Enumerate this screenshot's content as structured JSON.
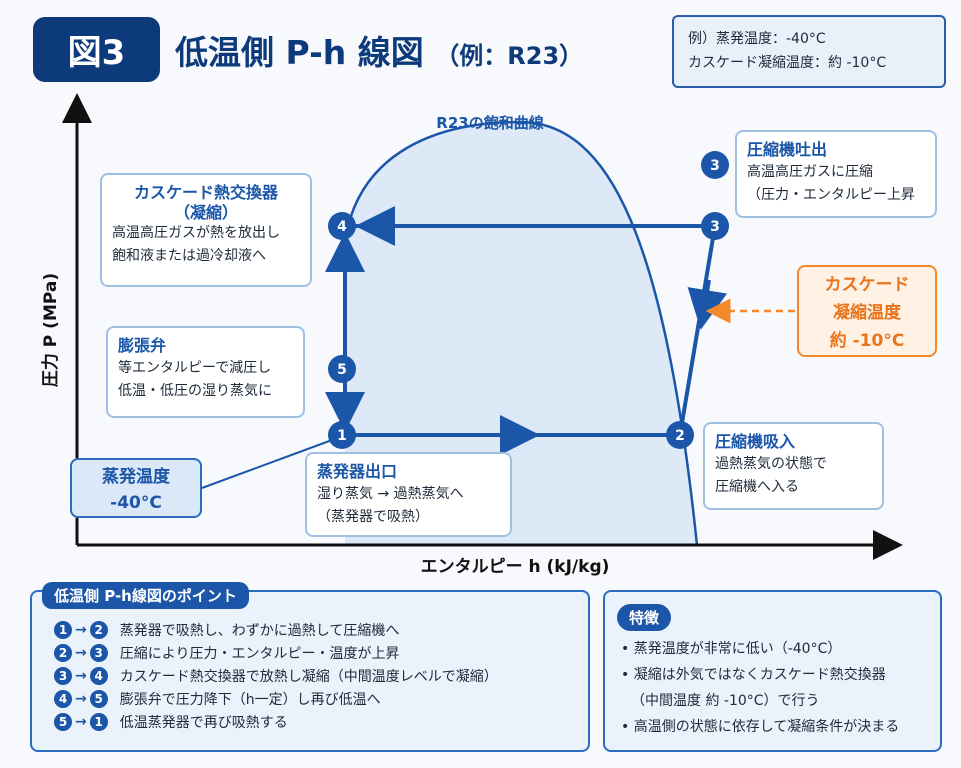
{
  "header": {
    "figure_label": "図3",
    "title": "低温側 P-h 線図",
    "title_sub": "（例：R23）",
    "info": [
      "例）蒸発温度：-40°C",
      "カスケード凝縮温度：約 -10°C"
    ]
  },
  "diagram": {
    "y_axis_label": "圧力 P (MPa)",
    "x_axis_label": "エンタルピー h (kJ/kg)",
    "curve_label": "R23の飽和曲線",
    "points": [
      "1",
      "2",
      "3",
      "4",
      "5"
    ],
    "boxes": {
      "condenser": {
        "title": "カスケード熱交換器",
        "subtitle": "（凝縮）",
        "lines": [
          "高温高圧ガスが熱を放出し",
          "飽和液または過冷却液へ"
        ]
      },
      "valve": {
        "title": "膨張弁",
        "lines": [
          "等エンタルピーで減圧し",
          "低温・低圧の湿り蒸気に"
        ]
      },
      "evap_temp": {
        "lines": [
          "蒸発温度",
          "-40°C"
        ]
      },
      "evap_outlet": {
        "title": "蒸発器出口",
        "lines": [
          "湿り蒸気 → 過熱蒸気へ",
          "（蒸発器で吸熱）"
        ]
      },
      "suction": {
        "title": "圧縮機吸入",
        "lines": [
          "過熱蒸気の状態で",
          "圧縮機へ入る"
        ]
      },
      "discharge": {
        "num": "3",
        "title": "圧縮機吐出",
        "lines": [
          "高温高圧ガスに圧縮",
          "（圧力・エンタルピー上昇"
        ]
      },
      "cascade": {
        "lines": [
          "カスケード",
          "凝縮温度",
          "約 -10°C"
        ]
      }
    },
    "colors": {
      "primary": "#1b56a8",
      "orange": "#f28a2a",
      "fill": "#dde9f7"
    }
  },
  "points_panel": {
    "title": "低温側 P-h線図のポイント",
    "items": [
      {
        "from": "1",
        "to": "2",
        "text": "蒸発器で吸熱し、わずかに過熱して圧縮機へ"
      },
      {
        "from": "2",
        "to": "3",
        "text": "圧縮により圧力・エンタルピー・温度が上昇"
      },
      {
        "from": "3",
        "to": "4",
        "text": "カスケード熱交換器で放熱し凝縮（中間温度レベルで凝縮）"
      },
      {
        "from": "4",
        "to": "5",
        "text": "膨張弁で圧力降下（h一定）し再び低温へ"
      },
      {
        "from": "5",
        "to": "1",
        "text": "低温蒸発器で再び吸熱する"
      }
    ]
  },
  "features_panel": {
    "title": "特徴",
    "items": [
      "• 蒸発温度が非常に低い（-40°C）",
      "• 凝縮は外気ではなくカスケード熱交換器",
      "（中間温度 約 -10°C）で行う",
      "• 高温側の状態に依存して凝縮条件が決まる"
    ]
  }
}
